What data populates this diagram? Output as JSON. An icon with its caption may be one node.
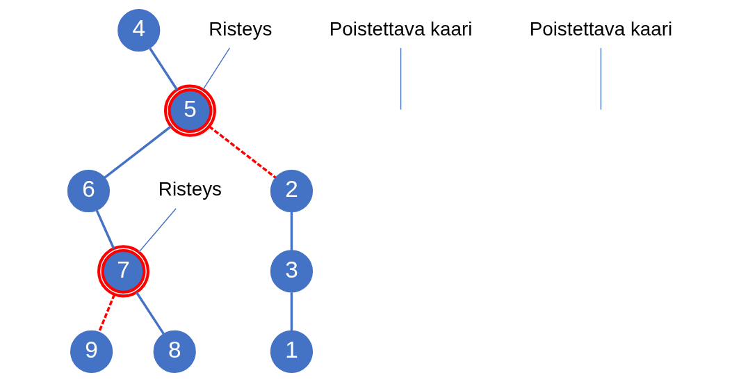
{
  "diagram": {
    "nodes": [
      {
        "text": [
          "4"
        ]
      },
      {
        "text": [
          "5"
        ]
      },
      {
        "text": [
          "Risteys"
        ]
      },
      {
        "text": [
          "6"
        ]
      },
      {
        "text": [
          "Risteys"
        ]
      },
      {
        "text": [
          "Poistettava kaari"
        ]
      },
      {
        "text": [
          "9"
        ]
      },
      {
        "text": [
          "7"
        ]
      },
      {
        "text": [
          "2"
        ]
      },
      {
        "text": [
          "Poistettava kaari"
        ]
      },
      {
        "text": [
          "3"
        ]
      },
      {
        "text": [
          "8"
        ]
      },
      {
        "text": [
          "1"
        ]
      }
    ],
    "edges": [
      {
        "from": 0,
        "to": 1,
        "arrow": "none"
      },
      {
        "from": 1,
        "to": 3,
        "arrow": "none"
      },
      {
        "from": 1,
        "to": 8,
        "arrow": "none",
        "style": "dashed",
        "color": "#ff0000"
      },
      {
        "from": 3,
        "to": 7,
        "arrow": "none"
      },
      {
        "from": 7,
        "to": 6,
        "arrow": "none",
        "style": "dashed",
        "color": "#ff0000"
      },
      {
        "from": 7,
        "to": 11,
        "arrow": "none"
      },
      {
        "from": 8,
        "to": 10,
        "arrow": "none"
      },
      {
        "from": 10,
        "to": 12,
        "arrow": "none"
      },
      {
        "from": 2,
        "to": 1,
        "arrow": "none"
      },
      {
        "from": 4,
        "to": 7,
        "arrow": "none"
      },
      {
        "from": 5,
        "to": null,
        "arrow": "none"
      },
      {
        "from": 9,
        "to": null,
        "arrow": "none"
      }
    ]
  }
}
